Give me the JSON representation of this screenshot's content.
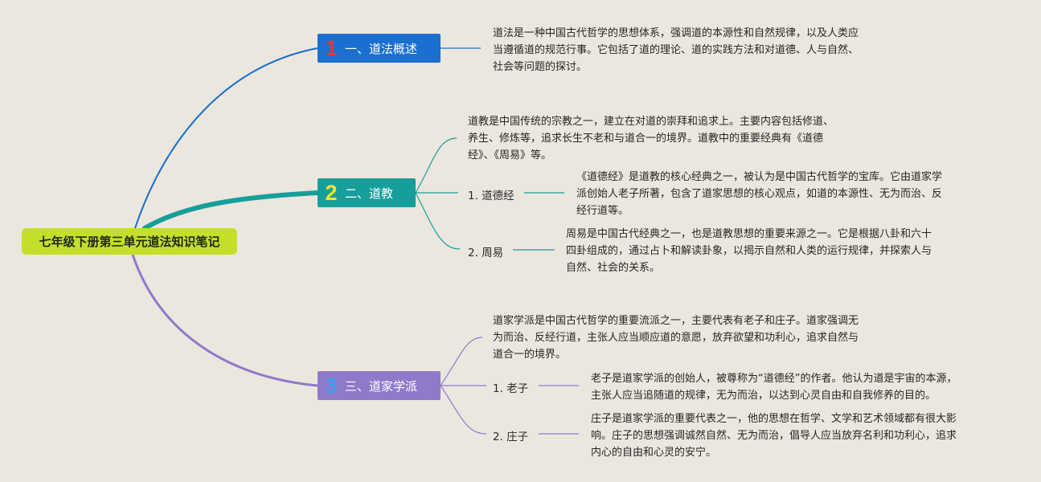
{
  "root": {
    "title": "七年级下册第三单元道法知识笔记"
  },
  "colors": {
    "root": "#c4df2a",
    "topic1": "#1a6fd0",
    "topic2": "#169f9a",
    "topic3": "#8f7ac9",
    "num1": "#e8343b",
    "num2": "#f2e233",
    "num3": "#3ea0f0"
  },
  "topics": [
    {
      "number": "1",
      "label": "一、道法概述",
      "desc": [
        "道法是一种中国古代哲学的思想体系，强调道的本源性和自然规律，以及人类应",
        "当遵循道的规范行事。它包括了道的理论、道的实践方法和对道德、人与自然、",
        "社会等问题的探讨。"
      ]
    },
    {
      "number": "2",
      "label": "二、道教",
      "desc": [
        "道教是中国传统的宗教之一，建立在对道的崇拜和追求上。主要内容包括修道、",
        "养生、修炼等，追求长生不老和与道合一的境界。道教中的重要经典有《道德",
        "经》、《周易》等。"
      ],
      "children": [
        {
          "label": "1. 道德经",
          "desc": [
            "《道德经》是道教的核心经典之一，被认为是中国古代哲学的宝库。它由道家学",
            "派创始人老子所著，包含了道家思想的核心观点，如道的本源性、无为而治、反",
            "经行道等。"
          ]
        },
        {
          "label": "2. 周易",
          "desc": [
            "周易是中国古代经典之一，也是道教思想的重要来源之一。它是根据八卦和六十",
            "四卦组成的，通过占卜和解读卦象，以揭示自然和人类的运行规律，并探索人与",
            "自然、社会的关系。"
          ]
        }
      ]
    },
    {
      "number": "3",
      "label": "三、道家学派",
      "desc": [
        "道家学派是中国古代哲学的重要流派之一，主要代表有老子和庄子。道家强调无",
        "为而治、反经行道，主张人应当顺应道的意愿，放弃欲望和功利心，追求自然与",
        "道合一的境界。"
      ],
      "children": [
        {
          "label": "1. 老子",
          "desc": [
            "老子是道家学派的创始人，被尊称为“道德经”的作者。他认为道是宇宙的本源，",
            "主张人应当追随道的规律，无为而治，以达到心灵自由和自我修养的目的。"
          ]
        },
        {
          "label": "2. 庄子",
          "desc": [
            "庄子是道家学派的重要代表之一，他的思想在哲学、文学和艺术领域都有很大影",
            "响。庄子的思想强调诚然自然、无为而治，倡导人应当放弃名利和功利心，追求",
            "内心的自由和心灵的安宁。"
          ]
        }
      ]
    }
  ]
}
